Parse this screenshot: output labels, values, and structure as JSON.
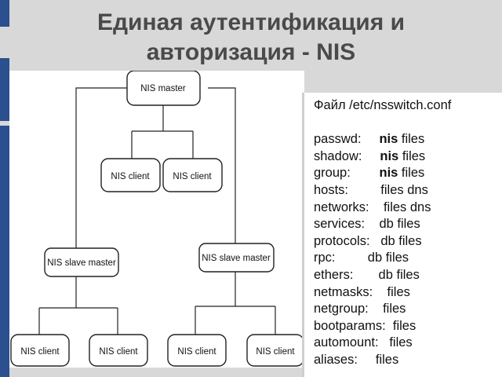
{
  "slide": {
    "title_line1": "Единая аутентификация и",
    "title_line2": "авторизация -  NIS",
    "accent_color": "#2b4f8f"
  },
  "diagram": {
    "nodes": {
      "master": "NIS master",
      "client_top_left": "NIS client",
      "client_top_right": "NIS client",
      "slave_left": "NIS slave master",
      "slave_right": "NIS slave master",
      "client_bl1": "NIS client",
      "client_bl2": "NIS client",
      "client_br1": "NIS client",
      "client_br2": "NIS client"
    }
  },
  "config": {
    "file_label": "Файл /etc/nsswitch.conf",
    "entries": [
      {
        "key": "passwd:",
        "bold": "nis",
        "value": "files"
      },
      {
        "key": "shadow:",
        "bold": "nis",
        "value": "files"
      },
      {
        "key": "group:",
        "bold": "nis",
        "value": "files"
      },
      {
        "key": "hosts:",
        "bold": "",
        "value": "files dns"
      },
      {
        "key": "networks:",
        "bold": "",
        "value": "files dns"
      },
      {
        "key": "services:",
        "bold": "",
        "value": "db files"
      },
      {
        "key": "protocols:",
        "bold": "",
        "value": "db files"
      },
      {
        "key": "rpc:",
        "bold": "",
        "value": "db files"
      },
      {
        "key": "ethers:",
        "bold": "",
        "value": "db files"
      },
      {
        "key": "netmasks:",
        "bold": "",
        "value": "files"
      },
      {
        "key": "netgroup:",
        "bold": "",
        "value": "files"
      },
      {
        "key": "bootparams:",
        "bold": "",
        "value": "files"
      },
      {
        "key": "automount:",
        "bold": "",
        "value": "files"
      },
      {
        "key": "aliases:",
        "bold": "",
        "value": "files"
      }
    ]
  }
}
